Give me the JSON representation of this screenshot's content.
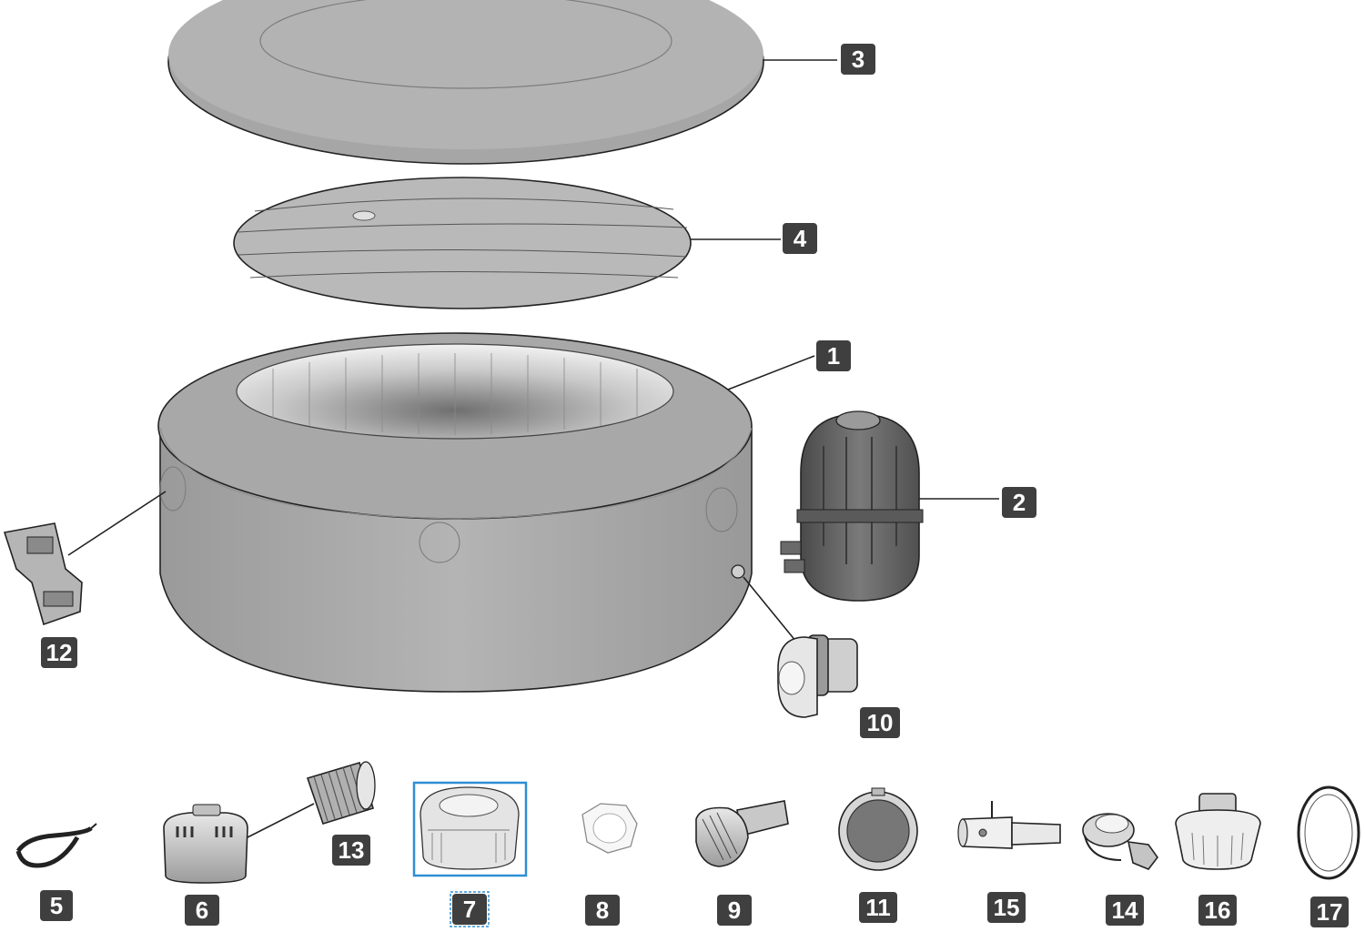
{
  "colors": {
    "badge": "#3f3f3f",
    "selection": "#2e8fd4",
    "tub": "#a9a9a9",
    "pump": "#6a6a6a"
  },
  "parts": [
    {
      "id": "1",
      "label": "1",
      "item": "inflatable-tub-body"
    },
    {
      "id": "2",
      "label": "2",
      "item": "filter-pump-unit"
    },
    {
      "id": "3",
      "label": "3",
      "item": "tub-cover"
    },
    {
      "id": "4",
      "label": "4",
      "item": "inflatable-lid"
    },
    {
      "id": "5",
      "label": "5",
      "item": "inflation-hose"
    },
    {
      "id": "6",
      "label": "6",
      "item": "filter-housing"
    },
    {
      "id": "7",
      "label": "7",
      "item": "strainer-connector",
      "selected": true
    },
    {
      "id": "8",
      "label": "8",
      "item": "hose-nut"
    },
    {
      "id": "9",
      "label": "9",
      "item": "adapter-valve"
    },
    {
      "id": "10",
      "label": "10",
      "item": "drain-valve"
    },
    {
      "id": "11",
      "label": "11",
      "item": "valve-cap"
    },
    {
      "id": "12",
      "label": "12",
      "item": "cover-buckle"
    },
    {
      "id": "13",
      "label": "13",
      "item": "filter-cartridge"
    },
    {
      "id": "14",
      "label": "14",
      "item": "inflation-adapter"
    },
    {
      "id": "15",
      "label": "15",
      "item": "hose-adapter"
    },
    {
      "id": "16",
      "label": "16",
      "item": "air-valve"
    },
    {
      "id": "17",
      "label": "17",
      "item": "o-ring-seal"
    }
  ]
}
